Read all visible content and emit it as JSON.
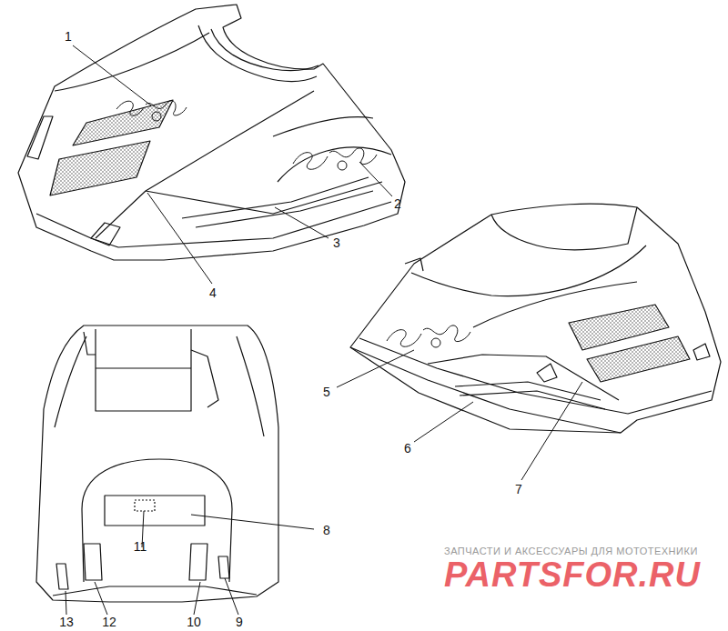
{
  "diagram": {
    "labels": [
      "1",
      "2",
      "3",
      "4",
      "5",
      "6",
      "7",
      "8",
      "11",
      "13",
      "12",
      "10",
      "9",
      "ЗАПЧАСТИ И АКСЕССУАРЫ ДЛЯ МОТОТЕХНИКИ",
      "PARTSFOR.RU"
    ]
  }
}
